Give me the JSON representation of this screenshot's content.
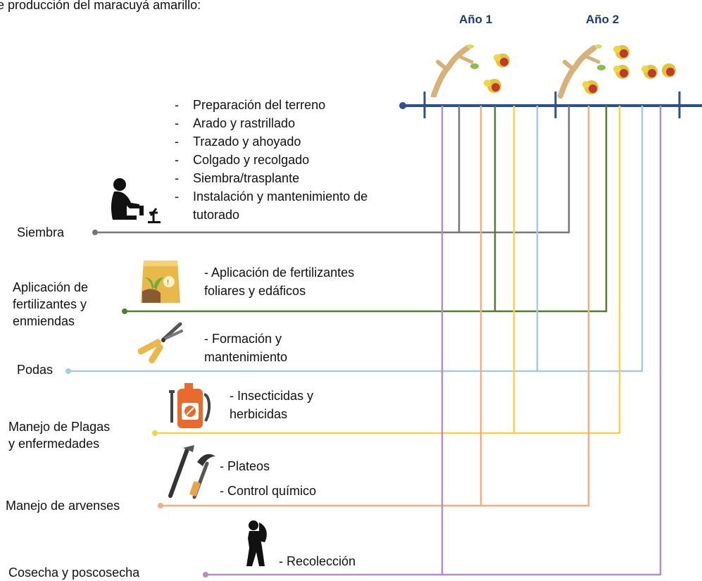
{
  "caption": "e producción del maracuyá amarillo:",
  "years": [
    "Año 1",
    "Año 2"
  ],
  "colors": {
    "timeline": "#2c4f94",
    "siembra": "#767676",
    "fertilizantes": "#4f7d34",
    "podas": "#a7c8ea",
    "plagas": "#f4d24b",
    "arvenses": "#f2ad83",
    "cosecha": "#b48dc7"
  },
  "stages": {
    "siembra": {
      "label": "Siembra",
      "tasks": [
        "Preparación del terreno",
        "Arado y rastrillado",
        "Trazado y ahoyado",
        "Colgado y recolgado",
        "Siembra/trasplante",
        "Instalación y mantenimiento de",
        "tutorado"
      ],
      "icon": "person-planting-icon"
    },
    "fertilizantes": {
      "label_lines": [
        "Aplicación de",
        "fertilizantes y",
        "enmiendas"
      ],
      "tasks": [
        "- Aplicación de fertilizantes",
        "foliares y edáficos"
      ],
      "icon": "fertilizer-bag-icon"
    },
    "podas": {
      "label": "Podas",
      "tasks": [
        "- Formación y",
        "mantenimiento"
      ],
      "icon": "pruning-shears-icon"
    },
    "plagas": {
      "label_lines": [
        "Manejo de Plagas",
        "y enfermedades"
      ],
      "tasks": [
        "- Insecticidas y",
        "herbicidas"
      ],
      "icon": "sprayer-icon"
    },
    "arvenses": {
      "label": "Manejo de arvenses",
      "tasks": [
        "- Plateos",
        "- Control químico"
      ],
      "icon": "hoe-icon"
    },
    "cosecha": {
      "label": "Cosecha y poscosecha",
      "tasks": [
        "- Recolección"
      ],
      "icon": "harvester-icon"
    }
  }
}
